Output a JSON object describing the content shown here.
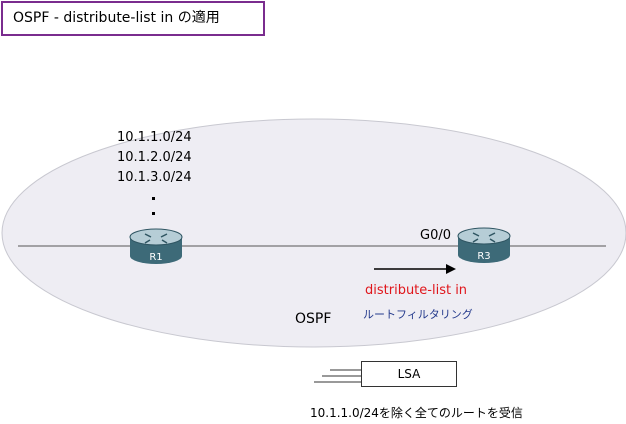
{
  "title": "OSPF - distribute-list in の適用",
  "routes": [
    "10.1.1.0/24",
    "10.1.2.0/24",
    "10.1.3.0/24"
  ],
  "routers": {
    "r1": {
      "label": "R1"
    },
    "r3": {
      "label": "R3",
      "interface": "G0/0"
    }
  },
  "filter": {
    "label": "distribute-list in",
    "label_ja": "ルートフィルタリング"
  },
  "area_label": "OSPF",
  "lsa_label": "LSA",
  "caption": "10.1.1.0/24を除く全てのルートを受信",
  "colors": {
    "title_border": "#7a2c8e",
    "filter_text": "#e0161b",
    "filter_ja_text": "#243a8c",
    "router_body": "#3d6a78",
    "ellipse_fill": "#eeedf3"
  }
}
